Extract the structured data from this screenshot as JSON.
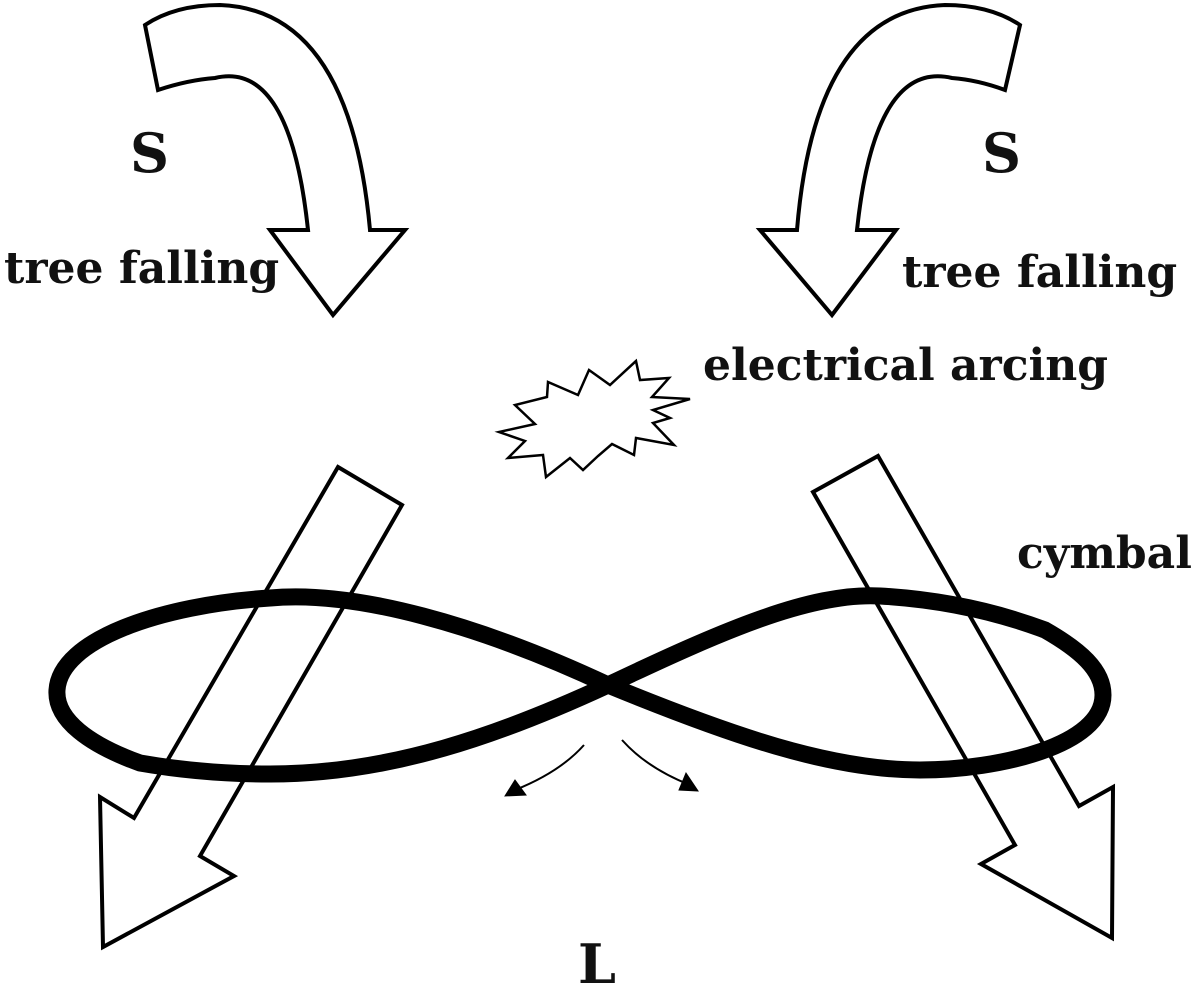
{
  "colors": {
    "ink": "#000000",
    "background": "#ffffff"
  },
  "labels": {
    "s_left": "S",
    "s_right": "S",
    "tree_falling_left": "tree falling",
    "tree_falling_right": "tree falling",
    "electrical_arcing": "electrical arcing",
    "cymbal": "cymbal",
    "l_bottom": "L"
  }
}
